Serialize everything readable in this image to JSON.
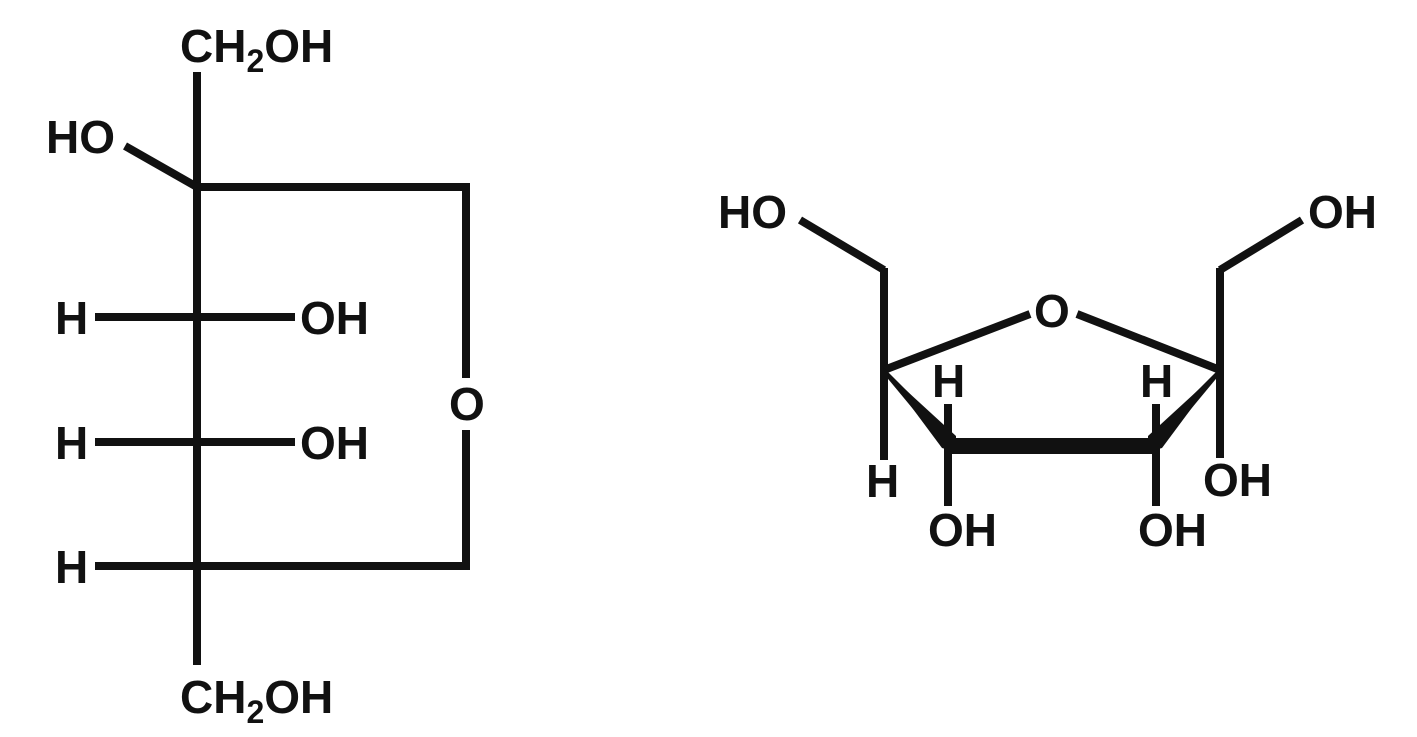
{
  "left": {
    "top_group": {
      "main": "CH",
      "sub": "2",
      "tail": "OH"
    },
    "bottom_group": {
      "main": "CH",
      "sub": "2",
      "tail": "OH"
    },
    "c2_oh": "HO",
    "c3_h": "H",
    "c3_oh": "OH",
    "c4_h": "H",
    "c4_oh": "OH",
    "c5_h": "H",
    "ring_o": "O"
  },
  "right": {
    "left_ch2oh": "HO",
    "right_ch2oh": "OH",
    "ring_o": "O",
    "c4_h_up": "H",
    "c3_h_up": "H",
    "c5_h": "H",
    "c4_oh": "OH",
    "c3_oh": "OH",
    "c2_oh": "OH"
  },
  "colors": {
    "ink": "#111111",
    "background": "#ffffff"
  }
}
